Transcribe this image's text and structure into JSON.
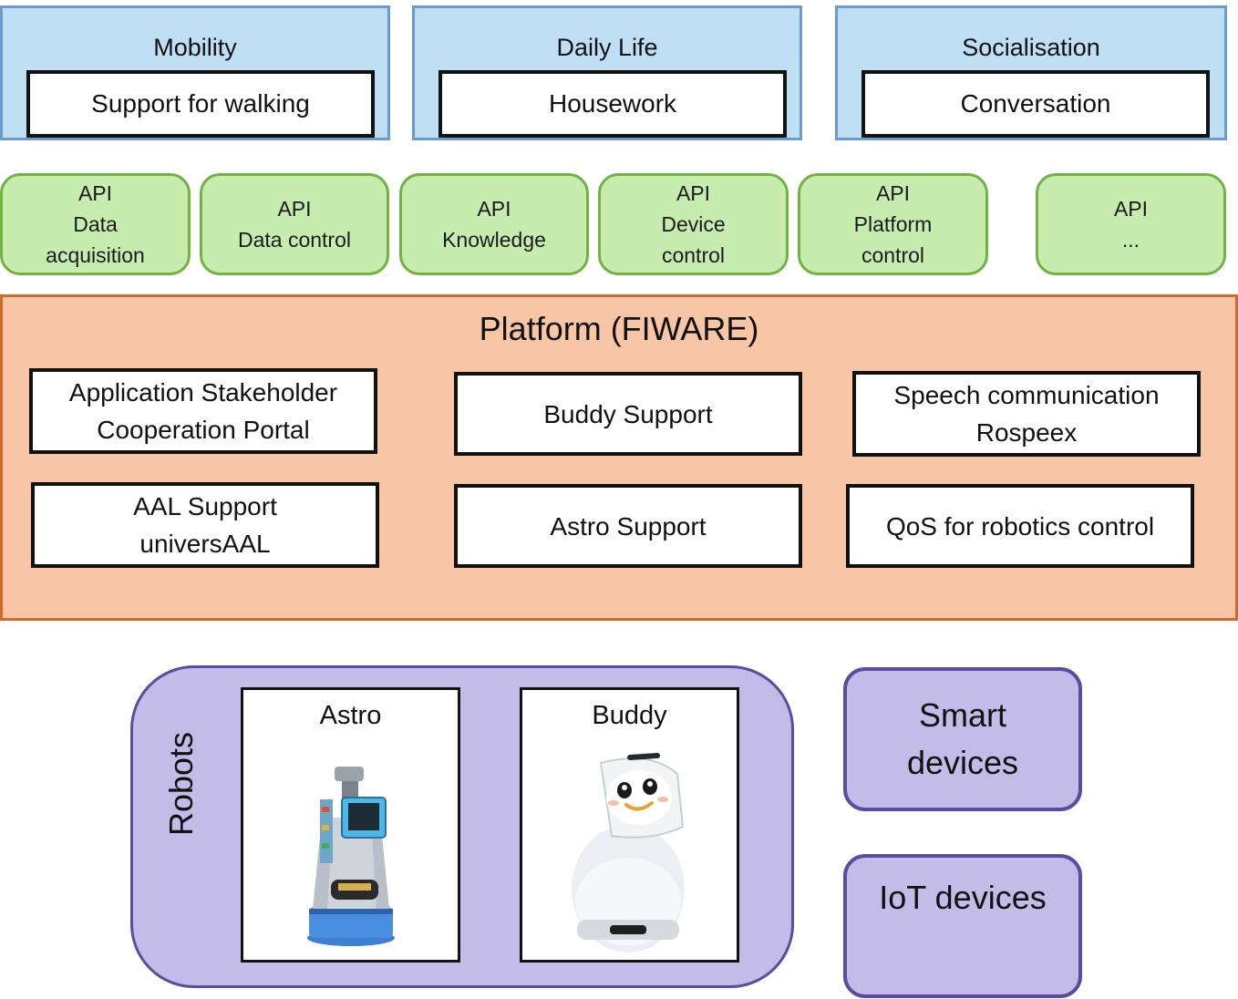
{
  "domains": [
    {
      "title": "Mobility",
      "service": "Support for walking"
    },
    {
      "title": "Daily Life",
      "service": "Housework"
    },
    {
      "title": "Socialisation",
      "service": "Conversation"
    }
  ],
  "apis": [
    {
      "line1": "API",
      "line2": "Data",
      "line3": "acquisition"
    },
    {
      "line1": "API",
      "line2": "Data control"
    },
    {
      "line1": "API",
      "line2": "Knowledge"
    },
    {
      "line1": "API",
      "line2": "Device",
      "line3": "control"
    },
    {
      "line1": "API",
      "line2": "Platform",
      "line3": "control"
    },
    {
      "line1": "API",
      "line2": "..."
    }
  ],
  "platform": {
    "title": "Platform (FIWARE)",
    "components": [
      {
        "line1": "Application Stakeholder",
        "line2": "Cooperation Portal"
      },
      {
        "line1": "Buddy Support"
      },
      {
        "line1": "Speech communication",
        "line2": "Rospeex"
      },
      {
        "line1": "AAL Support",
        "line2": "universAAL"
      },
      {
        "line1": "Astro Support"
      },
      {
        "line1": "QoS for robotics control"
      }
    ]
  },
  "robots": {
    "label": "Robots",
    "items": [
      {
        "name": "Astro",
        "image": "astro-robot-photo"
      },
      {
        "name": "Buddy",
        "image": "buddy-robot-photo"
      }
    ]
  },
  "devices": [
    {
      "line1": "Smart",
      "line2": "devices"
    },
    {
      "line1": "IoT devices"
    }
  ]
}
